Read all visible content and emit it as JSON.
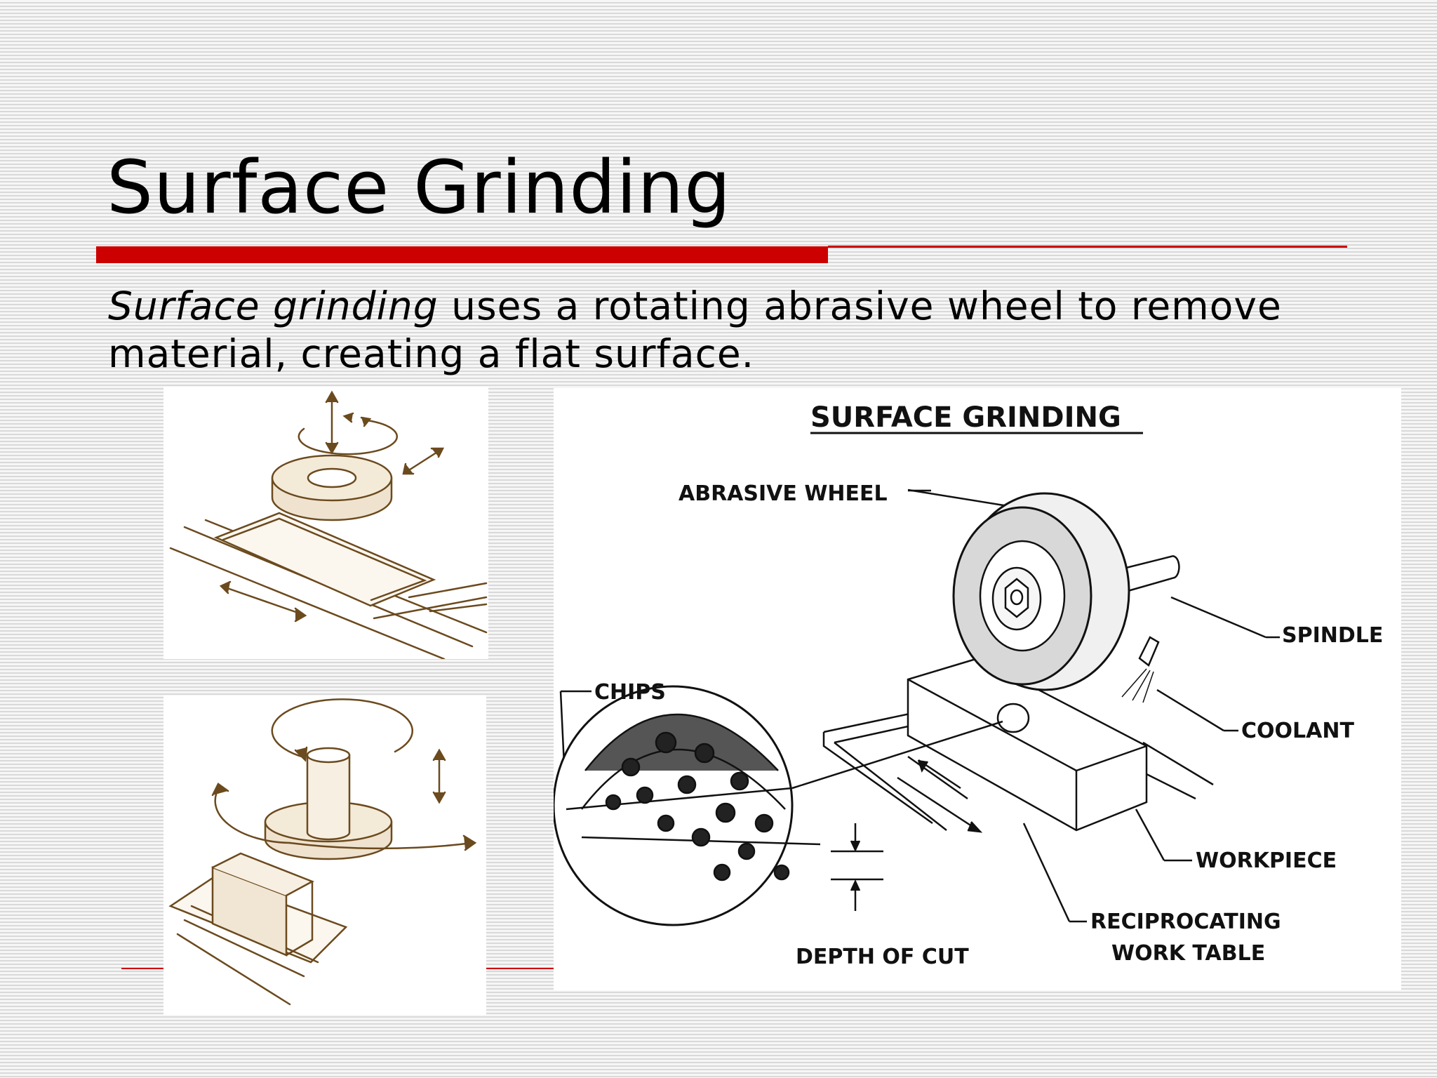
{
  "slide": {
    "title": "Surface Grinding",
    "body_italic": "Surface grinding",
    "body_rest": " uses a rotating abrasive wheel to remove material, creating a flat surface."
  },
  "diagram": {
    "heading": "SURFACE GRINDING",
    "labels": {
      "abrasive_wheel": "ABRASIVE WHEEL",
      "spindle": "SPINDLE",
      "chips": "CHIPS",
      "coolant": "COOLANT",
      "workpiece": "WORKPIECE",
      "reciprocating_line1": "RECIPROCATING",
      "reciprocating_line2": "WORK TABLE",
      "depth_of_cut": "DEPTH OF CUT"
    }
  },
  "colors": {
    "accent": "#cc0000",
    "sketch_ink": "#6b4a1e",
    "diagram_ink": "#111111"
  }
}
